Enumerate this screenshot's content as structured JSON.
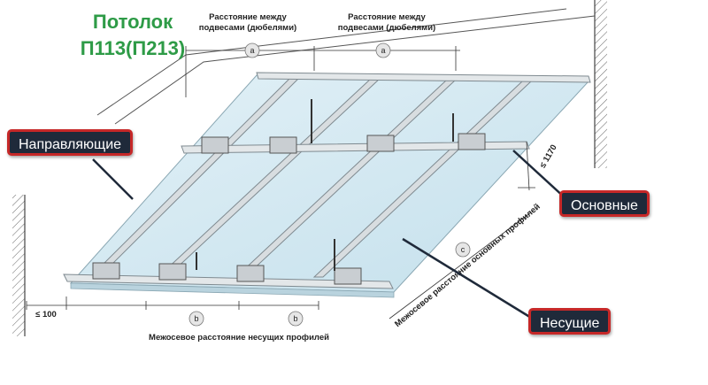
{
  "title": {
    "line1": "Потолок",
    "line2": "П113(П213)"
  },
  "callouts": {
    "guides": "Направляющие",
    "main": "Основные",
    "bearing": "Несущие"
  },
  "dimensions": {
    "hanger_spacing_left_line1": "Расстояние между",
    "hanger_spacing_left_line2": "подвесами (дюбелями)",
    "hanger_spacing_right_line1": "Расстояние между",
    "hanger_spacing_right_line2": "подвесами (дюбелями)",
    "marker_a": "a",
    "marker_b": "b",
    "marker_c": "c",
    "max_1170": "≤ 1170",
    "max_100": "≤ 100",
    "bearing_spacing": "Межосевое расстояние несущих профилей",
    "main_spacing": "Межосевое расстояние основных профилей"
  },
  "colors": {
    "title_green": "#2e9b47",
    "callout_bg": "#1f2a3a",
    "callout_border": "#c62828",
    "board_blue": "#cfe6f0",
    "profile_metal": "#d8dde0",
    "wall_hatch": "#555555"
  }
}
